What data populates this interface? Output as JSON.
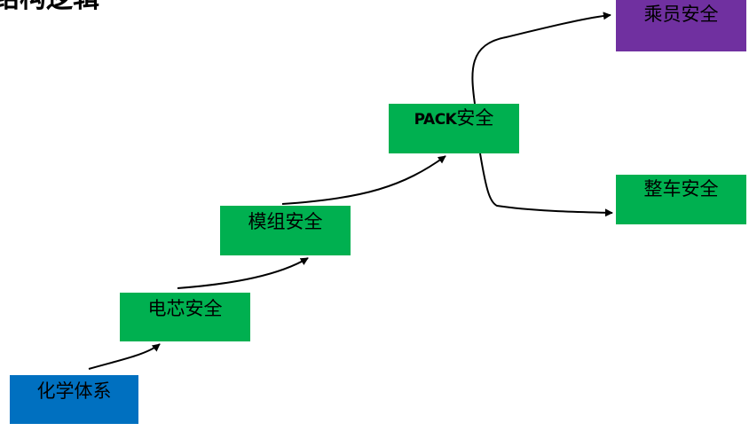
{
  "title_fragment": "结构逻辑",
  "nodes": {
    "chemistry": {
      "label": "化学体系",
      "color": "#0070c0"
    },
    "cell": {
      "label": "电芯安全",
      "color": "#00b050"
    },
    "module": {
      "label": "模组安全",
      "color": "#00b050"
    },
    "pack": {
      "label_latin": "PACK",
      "label_cjk": "安全",
      "color": "#00b050"
    },
    "vehicle": {
      "label": "整车安全",
      "color": "#00b050"
    },
    "occupant": {
      "label": "乘员安全",
      "color": "#7030a0"
    }
  },
  "edges": [
    {
      "from": "chemistry",
      "to": "cell"
    },
    {
      "from": "cell",
      "to": "module"
    },
    {
      "from": "module",
      "to": "pack"
    },
    {
      "from": "pack",
      "to": "occupant"
    },
    {
      "from": "pack",
      "to": "vehicle"
    }
  ]
}
